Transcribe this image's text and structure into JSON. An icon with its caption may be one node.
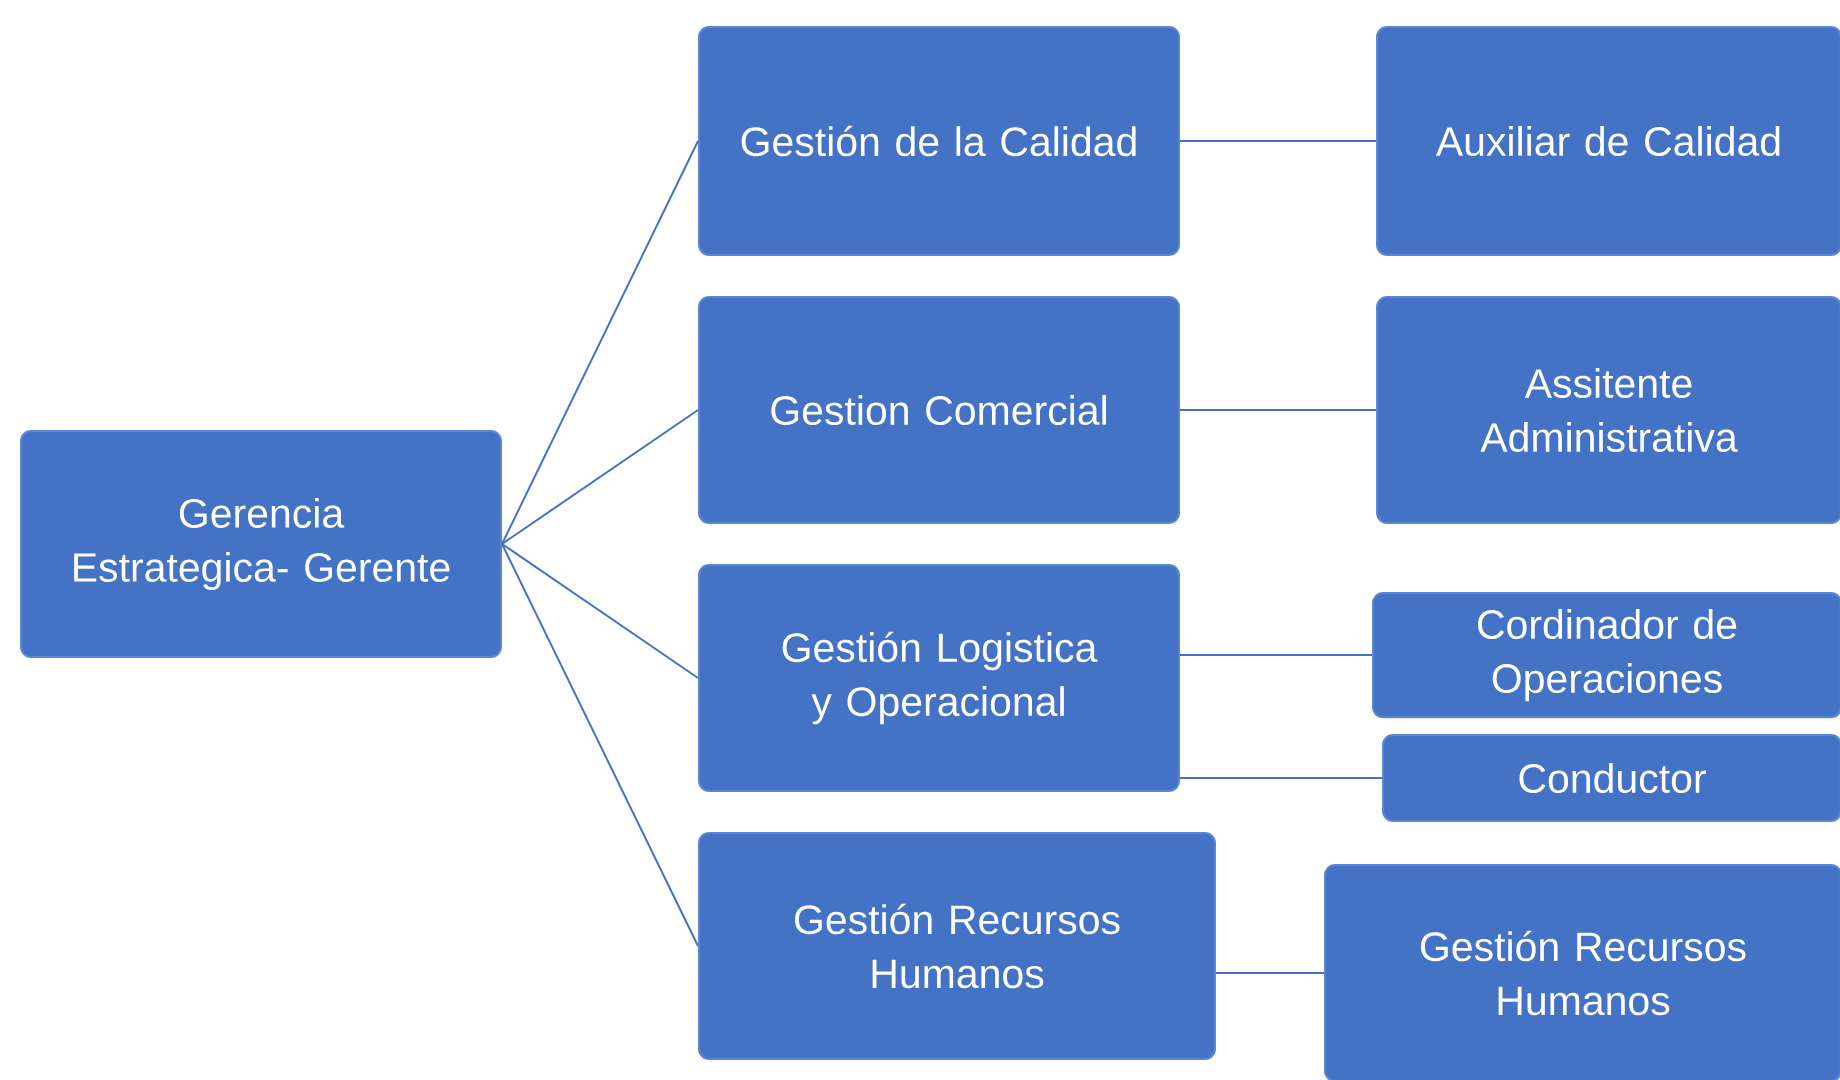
{
  "diagram": {
    "nodes": [
      {
        "text": [
          "Gerencia Estrategica- Gerente"
        ]
      },
      {
        "text": [
          "Gestión de la Calidad"
        ]
      },
      {
        "text": [
          "Gestion Comercial"
        ]
      },
      {
        "text": [
          "Gestión Logistica y Operacional"
        ]
      },
      {
        "text": [
          "Gestión Recursos Humanos"
        ]
      },
      {
        "text": [
          "Auxiliar de Calidad"
        ]
      },
      {
        "text": [
          "Assitente Administrativa"
        ]
      },
      {
        "text": [
          "Cordinador de Operaciones"
        ]
      },
      {
        "text": [
          "Conductor"
        ]
      },
      {
        "text": [
          "Gestión Recursos Humanos"
        ]
      }
    ],
    "edges": [
      {
        "from": 0,
        "to": 1,
        "arrow": "none"
      },
      {
        "from": 0,
        "to": 2,
        "arrow": "none"
      },
      {
        "from": 0,
        "to": 3,
        "arrow": "none"
      },
      {
        "from": 0,
        "to": 4,
        "arrow": "none"
      },
      {
        "from": 1,
        "to": 5,
        "arrow": "none"
      },
      {
        "from": 2,
        "to": 6,
        "arrow": "none"
      },
      {
        "from": 3,
        "to": 7,
        "arrow": "none"
      },
      {
        "from": 3,
        "to": 8,
        "arrow": "none"
      },
      {
        "from": 4,
        "to": 9,
        "arrow": "none"
      }
    ]
  }
}
